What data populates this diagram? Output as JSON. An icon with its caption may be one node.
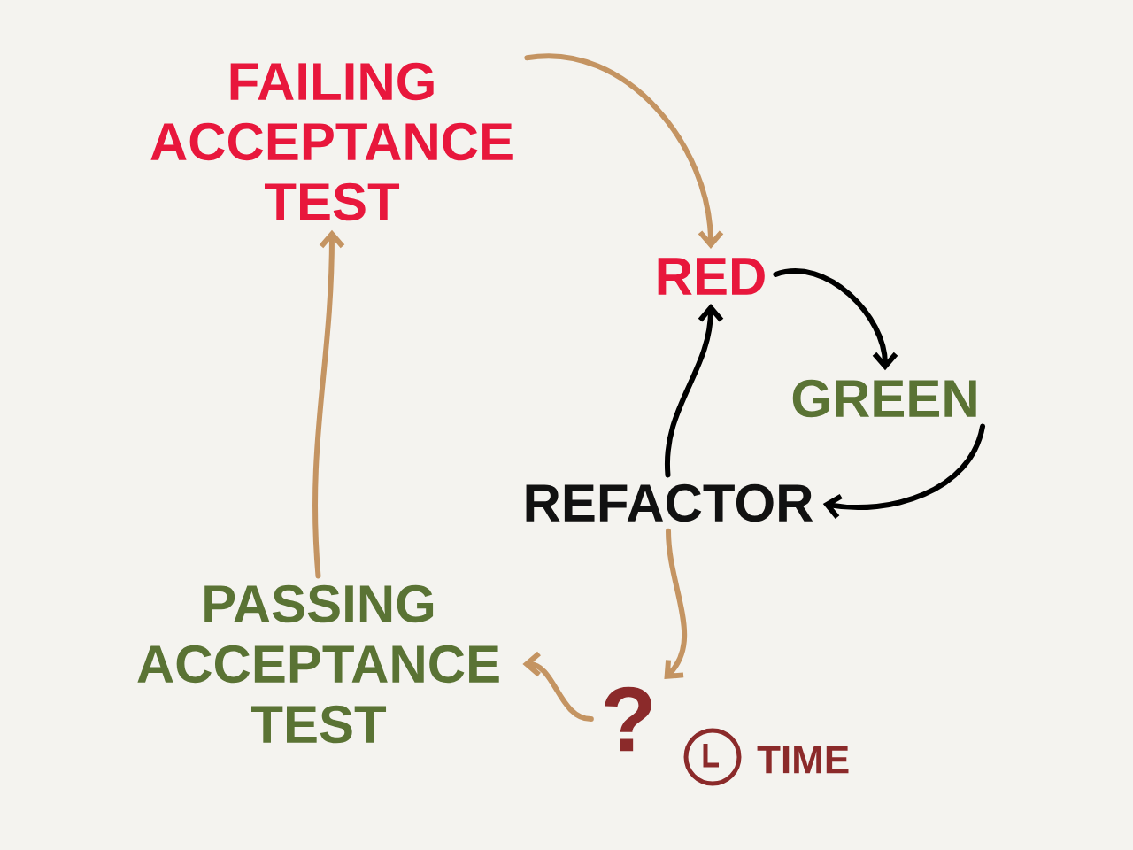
{
  "diagram": {
    "nodes": [
      {
        "text": [
          "FAILING ACCEPTANCE TEST"
        ]
      },
      {
        "text": [
          "RED"
        ]
      },
      {
        "text": [
          "GREEN"
        ]
      },
      {
        "text": [
          "REFACTOR"
        ]
      },
      {
        "text": [
          "?"
        ]
      },
      {
        "text": [
          "PASSING ACCEPTANCE TEST"
        ]
      }
    ],
    "edges": [
      {
        "from": 0,
        "to": 1,
        "arrow": "to"
      },
      {
        "from": 1,
        "to": 2,
        "arrow": "to",
        "color": "#000000"
      },
      {
        "from": 2,
        "to": 3,
        "arrow": "to",
        "color": "#000000"
      },
      {
        "from": 3,
        "to": 1,
        "arrow": "to",
        "color": "#000000"
      },
      {
        "from": 3,
        "to": 4,
        "arrow": "to"
      },
      {
        "from": 4,
        "to": 5,
        "arrow": "to"
      },
      {
        "from": 5,
        "to": 0,
        "arrow": "to"
      }
    ],
    "labels": [
      "TIME"
    ]
  }
}
